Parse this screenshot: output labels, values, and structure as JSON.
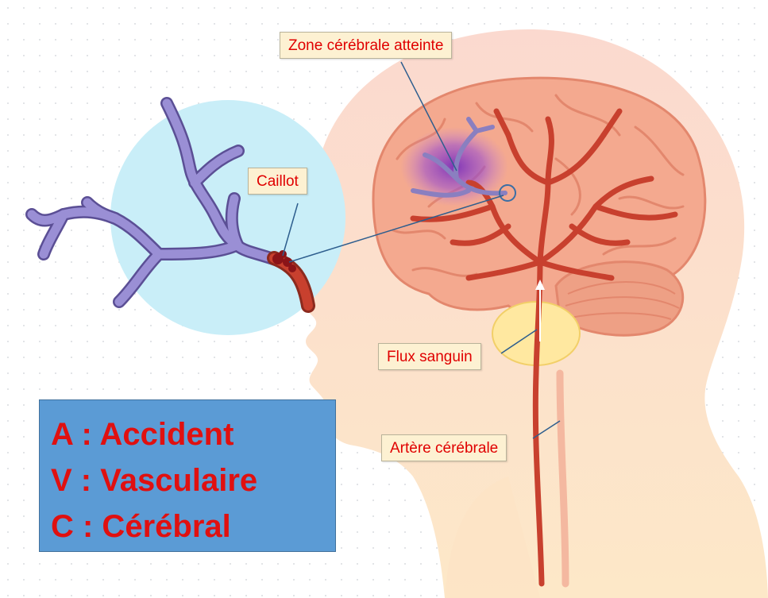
{
  "labels": {
    "zone": "Zone cérébrale atteinte",
    "caillot": "Caillot",
    "flux": "Flux sanguin",
    "artere": "Artère cérébrale"
  },
  "legend": {
    "lines": [
      "A : Accident",
      "V : Vasculaire",
      "C : Cérébral"
    ]
  },
  "colors": {
    "label_text": "#e00000",
    "label_bg": "#fdf1d2",
    "legend_bg": "#5b9bd5",
    "legend_text": "#e01010",
    "artery": "#c8402e",
    "vein_blocked": "#8a7fc0",
    "skin": "#fde3c4",
    "brain": "#f4a98f",
    "zoom_circle": "#c9eef8",
    "damage_zone": "#8a3fc0"
  }
}
